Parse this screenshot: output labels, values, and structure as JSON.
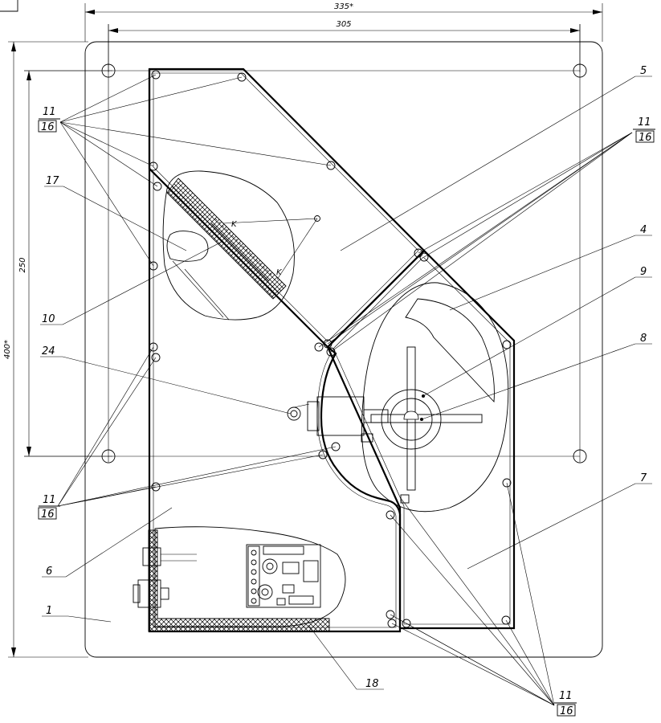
{
  "dimensions": {
    "outer_width": "335*",
    "inner_width": "305",
    "outer_height": "400*",
    "inner_height": "250"
  },
  "callouts": {
    "c1": "1",
    "c4": "4",
    "c5": "5",
    "c6": "6",
    "c7": "7",
    "c8": "8",
    "c9": "9",
    "c10": "10",
    "c17": "17",
    "c18": "18",
    "c24": "24"
  },
  "fraction_tags": {
    "top": "11",
    "bottom": "16"
  }
}
